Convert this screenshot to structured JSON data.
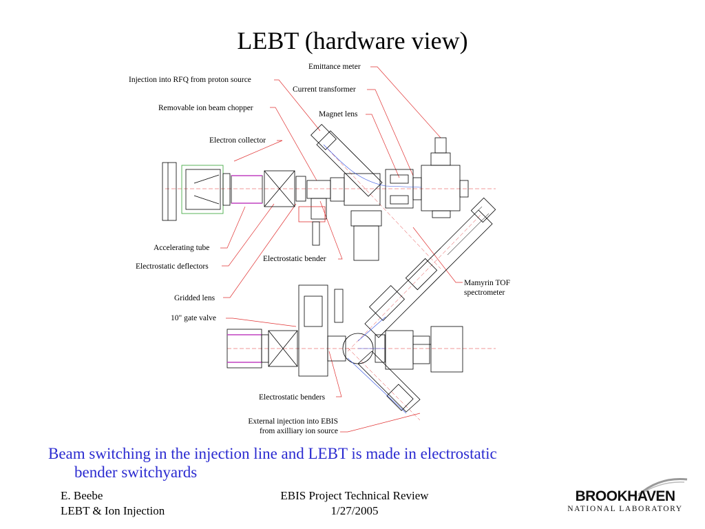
{
  "title": "LEBT (hardware view)",
  "labels": {
    "emittance_meter": "Emittance meter",
    "injection_rfq": "Injection into RFQ from proton source",
    "current_transformer": "Current transformer",
    "removable_chopper": "Removable ion beam chopper",
    "magnet_lens": "Magnet lens",
    "electron_collector": "Electron collector",
    "accelerating_tube": "Accelerating tube",
    "electrostatic_deflectors": "Electrostatic deflectors",
    "electrostatic_bender": "Electrostatic bender",
    "mamyrin_line1": "Mamyrin TOF",
    "mamyrin_line2": "spectrometer",
    "gridded_lens": "Gridded lens",
    "gate_valve": "10\" gate valve",
    "electrostatic_benders": "Electrostatic benders",
    "external_line1": "External injection into EBIS",
    "external_line2": "from axilliary ion source"
  },
  "caption": {
    "line1": "Beam switching in the injection line and LEBT is made in electrostatic",
    "line2": "bender switchyards"
  },
  "footer": {
    "author": "E. Beebe",
    "topic": "LEBT & Ion Injection",
    "event": "EBIS Project Technical Review",
    "date": "1/27/2005"
  },
  "logo": {
    "name": "BROOKHAVEN",
    "subtitle": "NATIONAL LABORATORY"
  },
  "colors": {
    "caption": "#2a2ad0",
    "leader": "#e03030",
    "drawing": "#000000",
    "beam": "#3050e0",
    "coil": "#c040c0",
    "shield": "#30a030"
  }
}
